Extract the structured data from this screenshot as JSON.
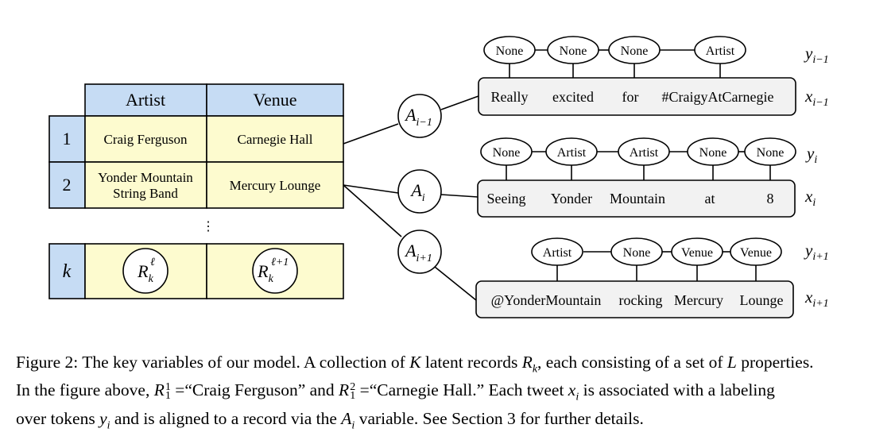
{
  "table": {
    "headers": [
      "Artist",
      "Venue"
    ],
    "rows": [
      {
        "index": "1",
        "artist": "Craig Ferguson",
        "venue": "Carnegie Hall"
      },
      {
        "index": "2",
        "artist_line1": "Yonder Mountain",
        "artist_line2": "String Band",
        "venue": "Mercury Lounge"
      }
    ],
    "ellipsis": "⋮",
    "k_row": {
      "index": "k",
      "cell1": {
        "base": "R",
        "sup": "ℓ",
        "sub": "k"
      },
      "cell2": {
        "base": "R",
        "sup": "ℓ+1",
        "sub": "k"
      }
    }
  },
  "alignments": [
    {
      "base": "A",
      "sub": "i−1"
    },
    {
      "base": "A",
      "sub": "i"
    },
    {
      "base": "A",
      "sub": "i+1"
    }
  ],
  "tweets": [
    {
      "tokens": [
        "Really",
        "excited",
        "for",
        "#CraigyAtCarnegie"
      ],
      "labels": [
        "None",
        "None",
        "None",
        "Artist"
      ],
      "y_label": {
        "base": "y",
        "sub": "i−1"
      },
      "x_label": {
        "base": "x",
        "sub": "i−1"
      }
    },
    {
      "tokens": [
        "Seeing",
        "Yonder",
        "Mountain",
        "at",
        "8"
      ],
      "labels": [
        "None",
        "Artist",
        "Artist",
        "None",
        "None"
      ],
      "y_label": {
        "base": "y",
        "sub": "i"
      },
      "x_label": {
        "base": "x",
        "sub": "i"
      }
    },
    {
      "tokens": [
        "@YonderMountain",
        "rocking",
        "Mercury",
        "Lounge"
      ],
      "labels": [
        "Artist",
        "None",
        "Venue",
        "Venue"
      ],
      "y_label": {
        "base": "y",
        "sub": "i+1"
      },
      "x_label": {
        "base": "x",
        "sub": "i+1"
      }
    }
  ],
  "caption": {
    "l1a": "Figure 2: The key variables of our model. A collection of ",
    "l1b": "K",
    "l1c": " latent records ",
    "l1d": "R",
    "l1e": "k",
    "l1f": ", each consisting of a set of ",
    "l1g": "L",
    "l1h": " properties.",
    "l2a": "In the figure above, ",
    "l2b": "R",
    "l2c": "1",
    "l2d": "1",
    "l2e": " =“Craig Ferguson” and ",
    "l2f": "R",
    "l2g": "2",
    "l2h": "1",
    "l2i": " =“Carnegie Hall.” Each tweet ",
    "l2j": "x",
    "l2k": "i",
    "l2l": " is associated with a labeling",
    "l3a": "over tokens ",
    "l3b": "y",
    "l3c": "i",
    "l3d": " and is aligned to a record via the ",
    "l3e": "A",
    "l3f": "i",
    "l3g": " variable. See Section 3 for further details."
  },
  "colors": {
    "header_fill": "#c6dcf4",
    "cell_fill": "#fdfbcf",
    "box_fill": "#f2f2f2"
  }
}
